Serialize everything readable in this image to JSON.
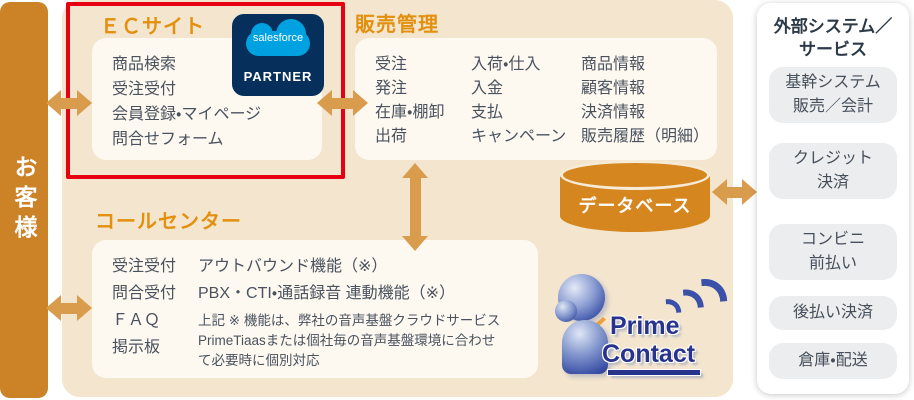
{
  "customer": {
    "label": "お客様"
  },
  "ec": {
    "title": "ＥＣサイト",
    "items": [
      "商品検索",
      "受注受付",
      "会員登録・マイページ",
      "問合せフォーム"
    ],
    "badge": {
      "brand": "salesforce",
      "label": "PARTNER"
    }
  },
  "sales": {
    "title": "販売管理",
    "columns": [
      [
        "受注",
        "発注",
        "在庫・棚卸",
        "出荷"
      ],
      [
        "入荷・仕入",
        "入金",
        "支払",
        "キャンペーン"
      ],
      [
        "商品情報",
        "顧客情報",
        "決済情報",
        "販売履歴（明細）"
      ]
    ]
  },
  "callcenter": {
    "title": "コールセンター",
    "channels": [
      "受注受付",
      "問合受付",
      "ＦＡＱ",
      "掲示板"
    ],
    "functions": [
      "アウトバウンド機能（※）",
      "PBX・CTI・通話録音 連動機能（※）"
    ],
    "note_lines": [
      "上記 ※ 機能は、弊社の音声基盤クラウドサービス",
      "PrimeTiaasまたは個社毎の音声基盤環境に合わせ",
      "て必要時に個別対応"
    ]
  },
  "database": {
    "label": "データベース"
  },
  "prime": {
    "line1": "Prime",
    "line2": "Contact"
  },
  "external": {
    "title_lines": [
      "外部システム／",
      "サービス"
    ],
    "items": [
      [
        "基幹システム",
        "販売／会計"
      ],
      [
        "クレジット",
        "決済"
      ],
      [
        "コンビニ",
        "前払い"
      ],
      [
        "後払い決済"
      ],
      [
        "倉庫・配送"
      ]
    ]
  },
  "colors": {
    "beige_panel": "#f4e5ce",
    "warm_white_box": "#fdf9f1",
    "title_orange": "#e2900d",
    "bar_orange": "#cc8327",
    "arrow_orange": "#d99b4c",
    "database_orange": "#d6861e",
    "highlight_red": "#e60012",
    "salesforce_navy": "#06305b",
    "salesforce_cloud_blue": "#00a1e0",
    "prime_blue": "#28348c",
    "body_text": "#4a525e"
  }
}
